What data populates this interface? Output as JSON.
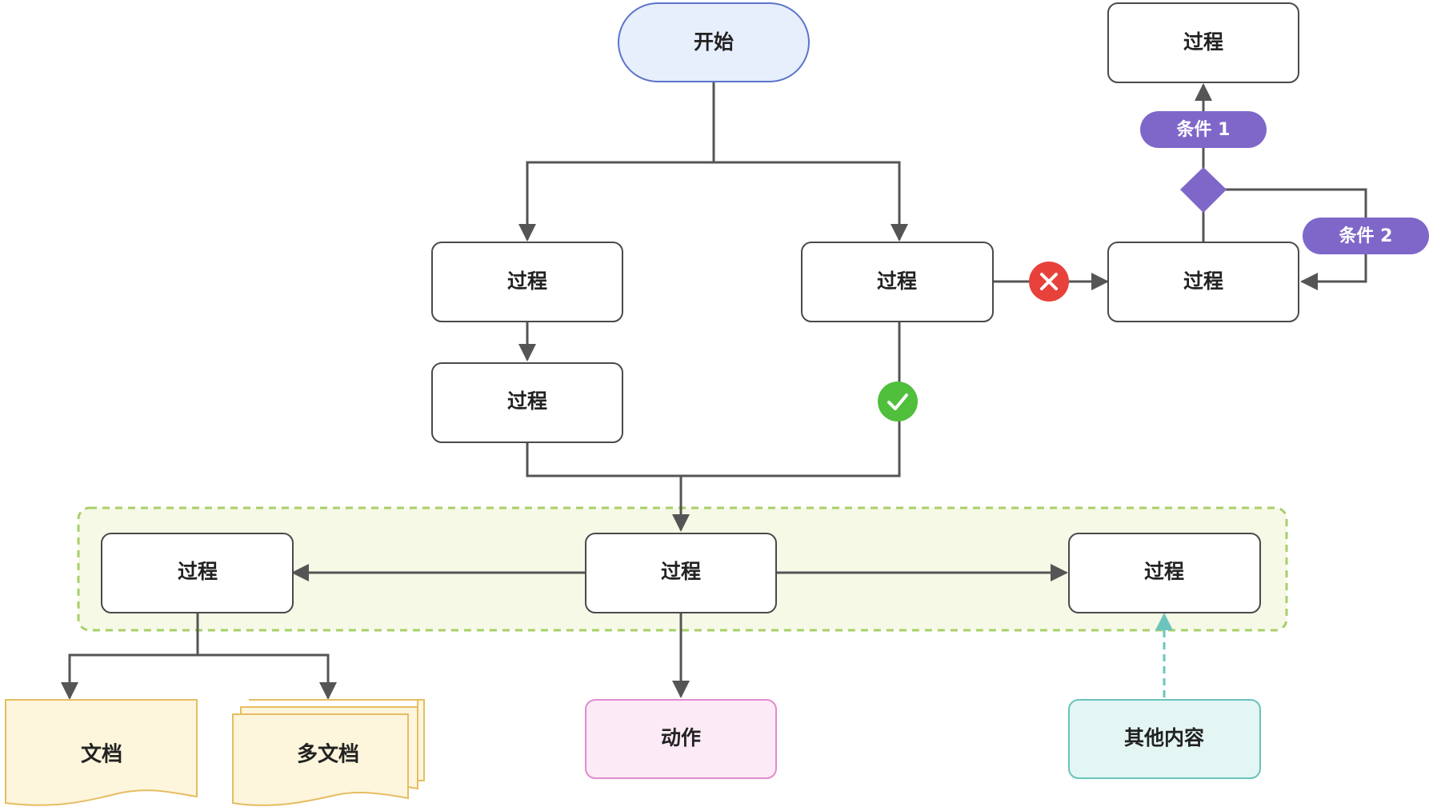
{
  "colors": {
    "line": "#555555",
    "box_stroke": "#4a4a4a",
    "start_fill": "#e7eefc",
    "start_stroke": "#5b75c9",
    "group_fill": "#f6f9e6",
    "group_stroke": "#a9cf6a",
    "doc_fill": "#fdf5dc",
    "doc_stroke": "#e6bd62",
    "action_fill": "#fcebf6",
    "action_stroke": "#e38ad0",
    "other_fill": "#e3f6f4",
    "other_stroke": "#67c4bc",
    "dashed_arrow": "#6cc4be",
    "decision": "#7f67c9",
    "reject": "#e8413b",
    "approve": "#4fbf3c"
  },
  "icons": {
    "reject": "cross-icon",
    "approve": "check-icon"
  },
  "nodes": {
    "start": "开始",
    "process_top_right": "过程",
    "process_left_1": "过程",
    "process_right_1": "过程",
    "process_far_right": "过程",
    "process_left_2": "过程",
    "group_left": "过程",
    "group_center": "过程",
    "group_right": "过程",
    "document": "文档",
    "multi_document": "多文档",
    "action": "动作",
    "other": "其他内容"
  },
  "conditions": {
    "cond1": "条件 1",
    "cond2": "条件 2"
  }
}
